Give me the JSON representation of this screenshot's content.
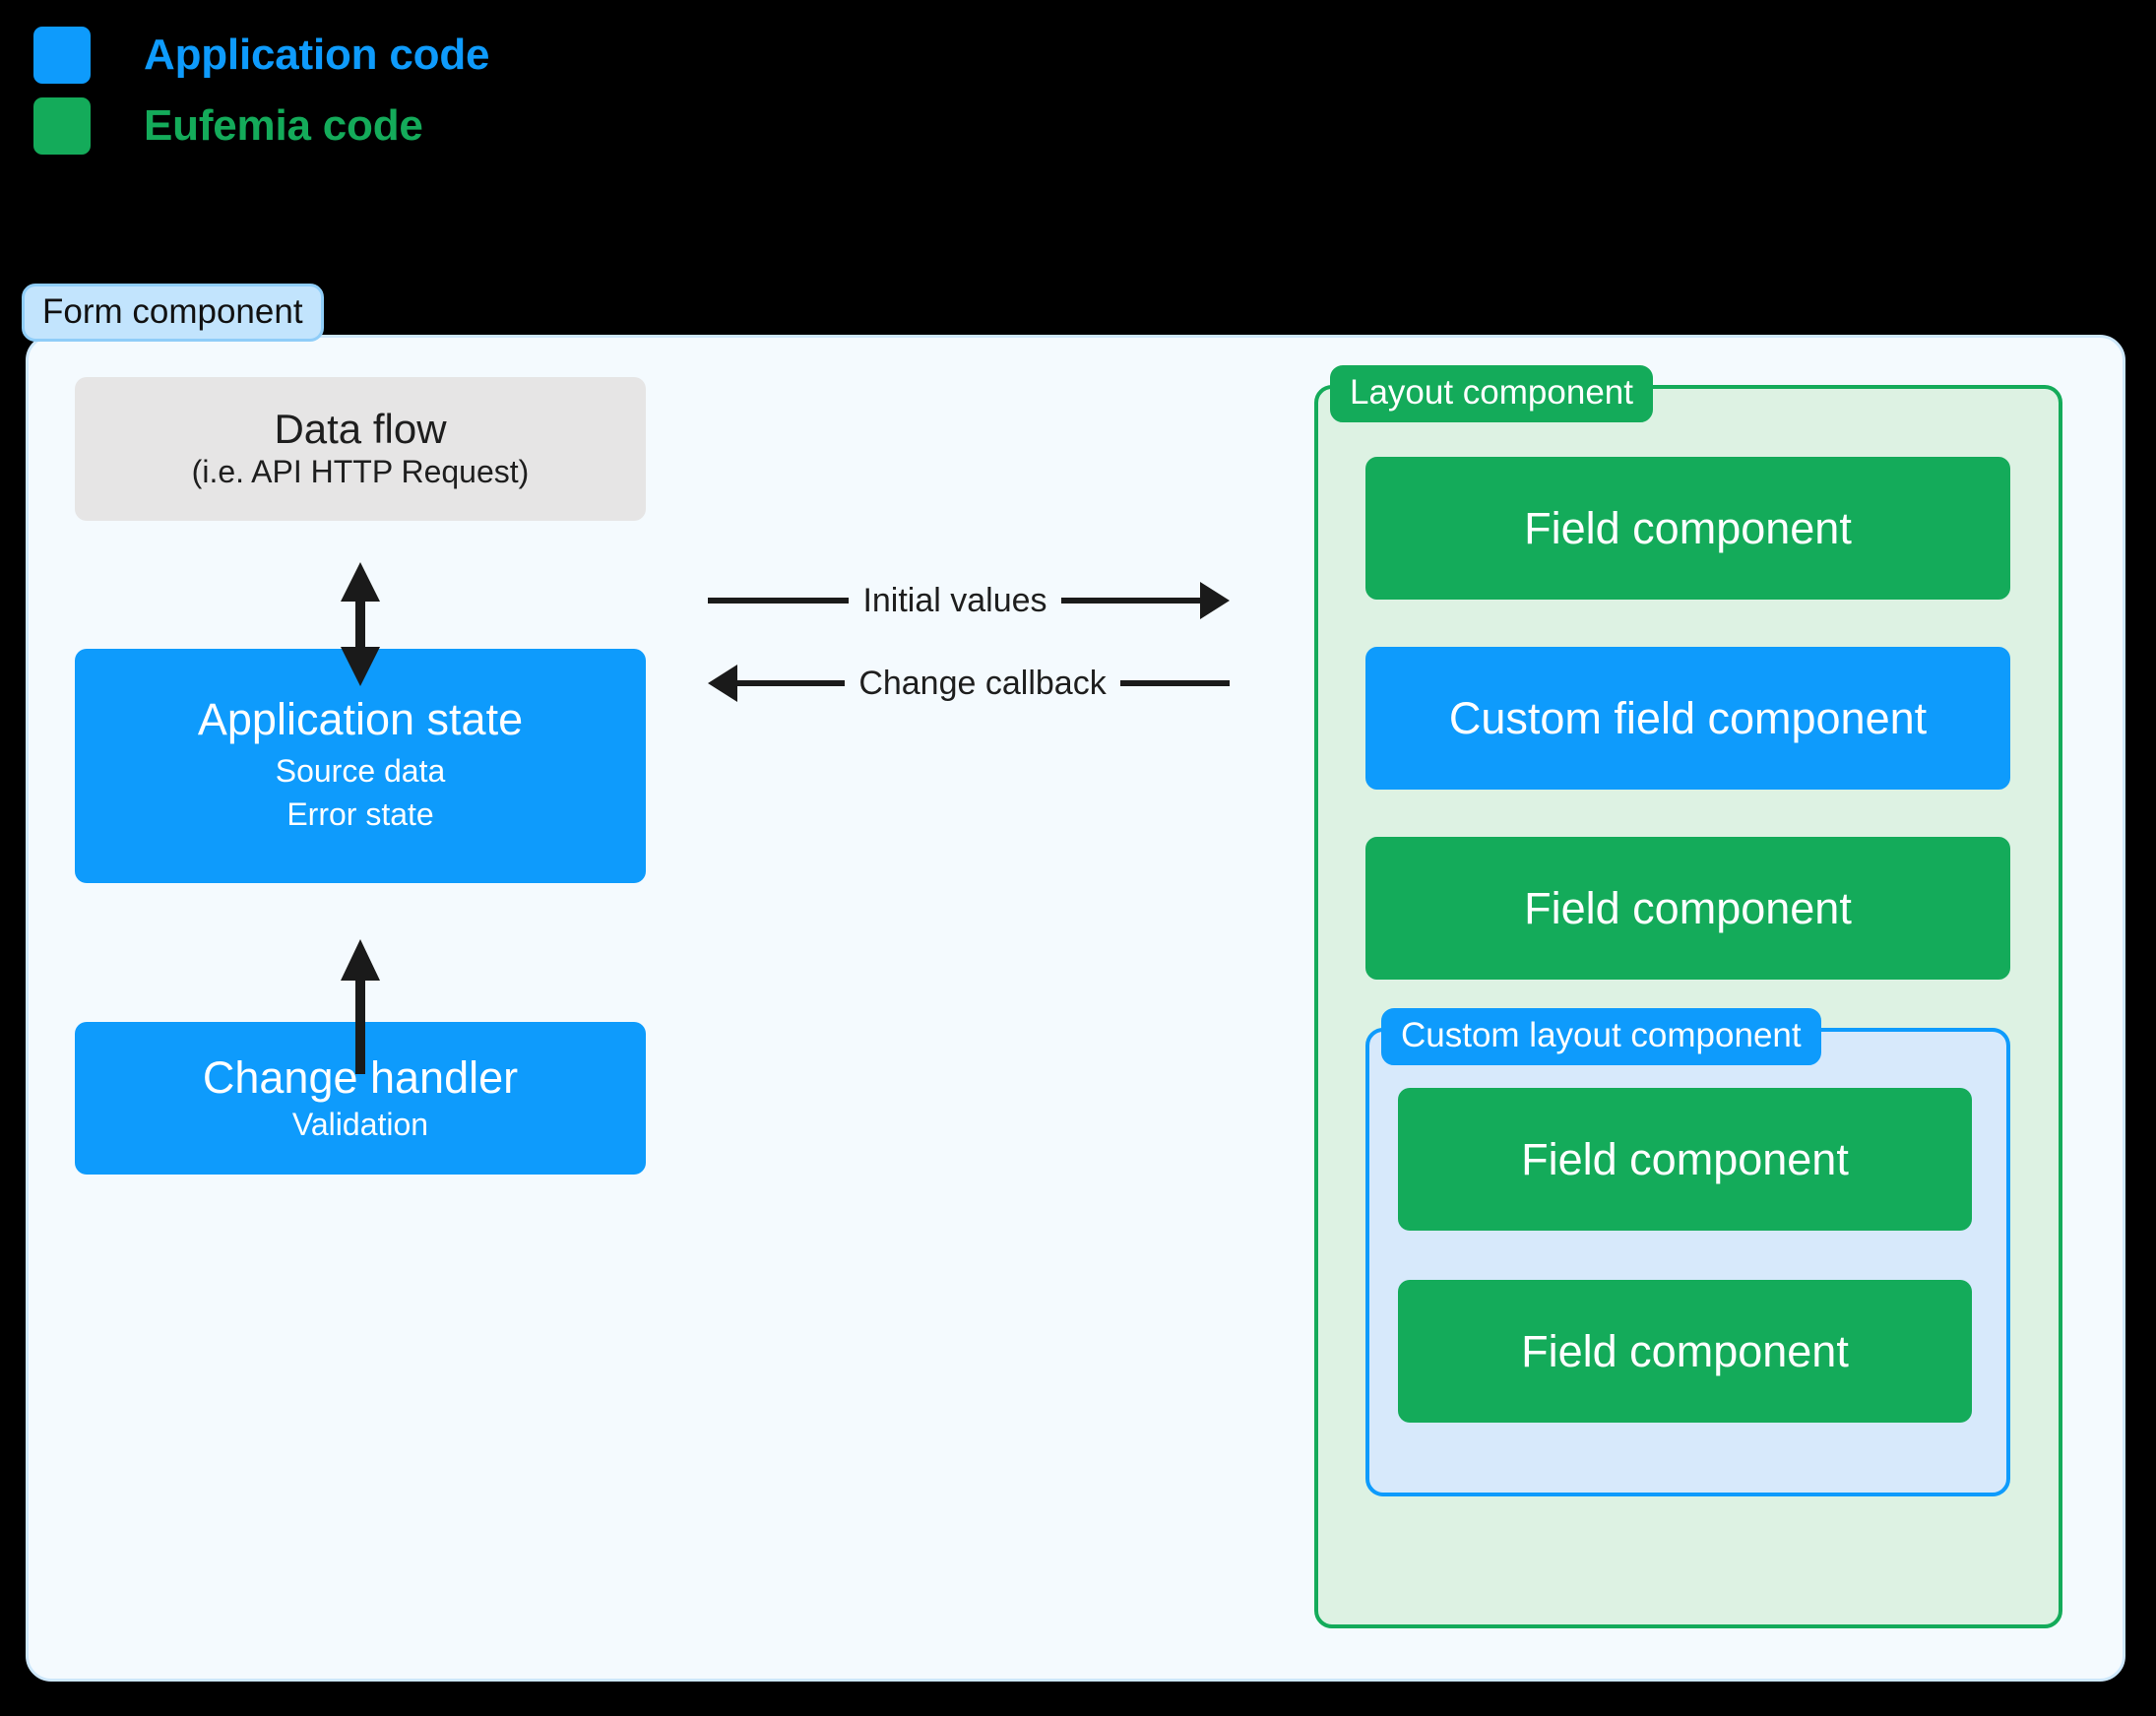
{
  "legend": {
    "items": [
      {
        "label": "Application code",
        "color": "#0E9BFC"
      },
      {
        "label": "Eufemia code",
        "color": "#14AB5A"
      }
    ]
  },
  "form_component": {
    "pill_label": "Form component",
    "pill_bg": "#C2E4FD",
    "pill_border": "#8FCDF8",
    "card_bg": "#F4FAFE",
    "card_border": "#CDE7FA"
  },
  "left_column": {
    "data_flow": {
      "title": "Data flow",
      "subtitle": "(i.e. API HTTP Request)",
      "bg": "#E6E5E5",
      "text_color": "#1E1E1E"
    },
    "application_state": {
      "title": "Application state",
      "lines": [
        "Source data",
        "Error state"
      ],
      "bg": "#0E9BFC",
      "text_color": "#FFFFFF"
    },
    "change_handler": {
      "title": "Change handler",
      "subtitle": "Validation",
      "bg": "#0E9BFC",
      "text_color": "#FFFFFF"
    },
    "arrows": [
      {
        "name": "data-flow-to-application-state",
        "direction": "bidirectional-vertical"
      },
      {
        "name": "change-handler-to-application-state",
        "direction": "up"
      }
    ]
  },
  "middle_arrows": [
    {
      "label": "Initial values",
      "direction": "right"
    },
    {
      "label": "Change callback",
      "direction": "left"
    }
  ],
  "layout_component": {
    "pill_label": "Layout component",
    "bg": "#DDF2E3",
    "border": "#14AB5A",
    "pill_bg": "#14AB5A",
    "children": [
      {
        "label": "Field component",
        "kind": "eufemia"
      },
      {
        "label": "Custom field component",
        "kind": "application"
      },
      {
        "label": "Field component",
        "kind": "eufemia"
      }
    ],
    "custom_layout_component": {
      "pill_label": "Custom layout component",
      "bg": "#D7E9FB",
      "border": "#0E9BFC",
      "pill_bg": "#0E9BFC",
      "children": [
        {
          "label": "Field component",
          "kind": "eufemia"
        },
        {
          "label": "Field component",
          "kind": "eufemia"
        }
      ]
    }
  }
}
